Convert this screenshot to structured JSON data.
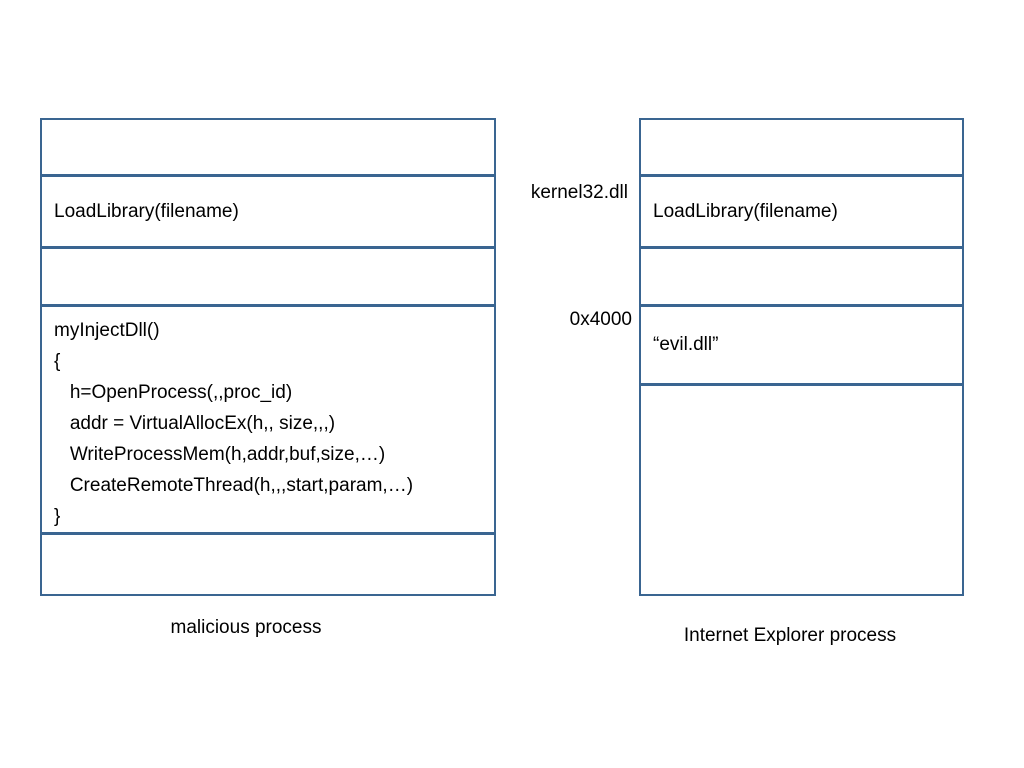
{
  "diagram": {
    "left_column": {
      "caption": "malicious process",
      "cells": [
        {
          "text": ""
        },
        {
          "text": "LoadLibrary(filename)"
        },
        {
          "text": ""
        },
        {
          "text": "myInjectDll()\n{\n   h=OpenProcess(,,proc_id)\n   addr = VirtualAllocEx(h,, size,,,)\n   WriteProcessMem(h,addr,buf,size,…)\n   CreateRemoteThread(h,,,start,param,…)\n}"
        },
        {
          "text": ""
        }
      ]
    },
    "right_column": {
      "caption": "Internet Explorer process",
      "cells": [
        {
          "text": ""
        },
        {
          "text": "LoadLibrary(filename)"
        },
        {
          "text": ""
        },
        {
          "text": "“evil.dll”"
        },
        {
          "text": ""
        }
      ]
    },
    "annotations": {
      "kernel32": "kernel32.dll",
      "address": "0x4000"
    },
    "colors": {
      "border": "#3a6591",
      "background": "#ffffff",
      "text": "#000000"
    }
  }
}
